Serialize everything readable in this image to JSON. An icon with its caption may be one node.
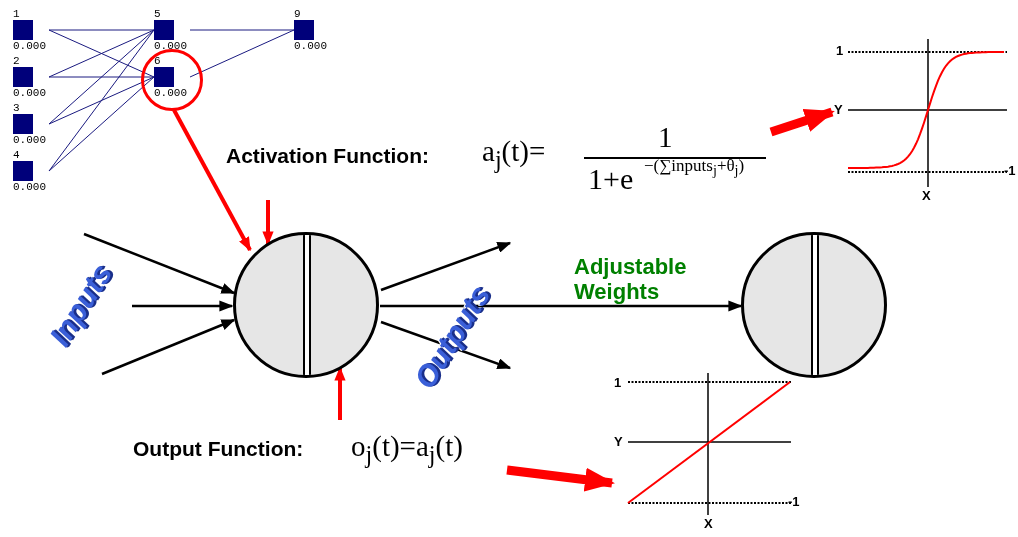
{
  "diagram": {
    "nodes": [
      {
        "text": [
          "1",
          "0.000"
        ]
      },
      {
        "text": [
          "2",
          "0.000"
        ]
      },
      {
        "text": [
          "3",
          "0.000"
        ]
      },
      {
        "text": [
          "4",
          "0.000"
        ]
      },
      {
        "text": [
          "5",
          "0.000"
        ]
      },
      {
        "text": [
          "6",
          "0.000"
        ],
        "in": 7
      },
      {
        "text": [
          "9",
          "0.000"
        ]
      },
      {
        "text": [],
        "shape": "circle"
      },
      {
        "text": [
          "Activation Function:",
          "a$_{j}$(t)=",
          "1",
          "1+e",
          "−(∑inputs$_{j}$+θ$_{j}$)"
        ]
      },
      {
        "text": [],
        "shape": "circle"
      },
      {
        "text": [
          "Output Function:",
          "o$_{j}$(t)=a$_{j}$(t)"
        ]
      },
      {
        "text": [],
        "shape": "circle"
      },
      {
        "text": [
          "1",
          "Y",
          "-1",
          "X"
        ]
      },
      {
        "text": [
          "1",
          "Y",
          "-1",
          "X"
        ]
      }
    ],
    "edges": [
      {
        "from": 0,
        "to": 4,
        "arrow": "none"
      },
      {
        "from": 0,
        "to": 5,
        "arrow": "none"
      },
      {
        "from": 1,
        "to": 4,
        "arrow": "none"
      },
      {
        "from": 1,
        "to": 5,
        "arrow": "none"
      },
      {
        "from": 2,
        "to": 4,
        "arrow": "none"
      },
      {
        "from": 2,
        "to": 5,
        "arrow": "none"
      },
      {
        "from": 3,
        "to": 4,
        "arrow": "none"
      },
      {
        "from": 3,
        "to": 5,
        "arrow": "none"
      },
      {
        "from": 4,
        "to": 6,
        "arrow": "none"
      },
      {
        "from": 5,
        "to": 6,
        "arrow": "none"
      },
      {
        "from": 7,
        "to": 9,
        "arrow": "to",
        "color": "#ff0000"
      },
      {
        "from": 8,
        "to": 9,
        "arrow": "to",
        "color": "#ff0000"
      },
      {
        "from": 10,
        "to": 9,
        "arrow": "to",
        "color": "#ff0000"
      },
      {
        "from": null,
        "to": 9,
        "arrow": "to",
        "color": "#000000"
      },
      {
        "from": null,
        "to": 9,
        "arrow": "to",
        "color": "#000000"
      },
      {
        "from": null,
        "to": 9,
        "arrow": "to",
        "color": "#000000"
      },
      {
        "from": 9,
        "to": null,
        "arrow": "to",
        "color": "#000000"
      },
      {
        "from": 9,
        "to": null,
        "arrow": "to",
        "color": "#000000"
      },
      {
        "from": 9,
        "to": 11,
        "arrow": "to",
        "label": "Adjustable Weights",
        "color": "#000000"
      },
      {
        "from": 8,
        "to": 12,
        "arrow": "to",
        "style": "thick",
        "color": "#ff0000"
      },
      {
        "from": 10,
        "to": 13,
        "arrow": "to",
        "style": "thick",
        "color": "#ff0000"
      }
    ],
    "labels": [
      "Inputs",
      "Outputs"
    ]
  }
}
